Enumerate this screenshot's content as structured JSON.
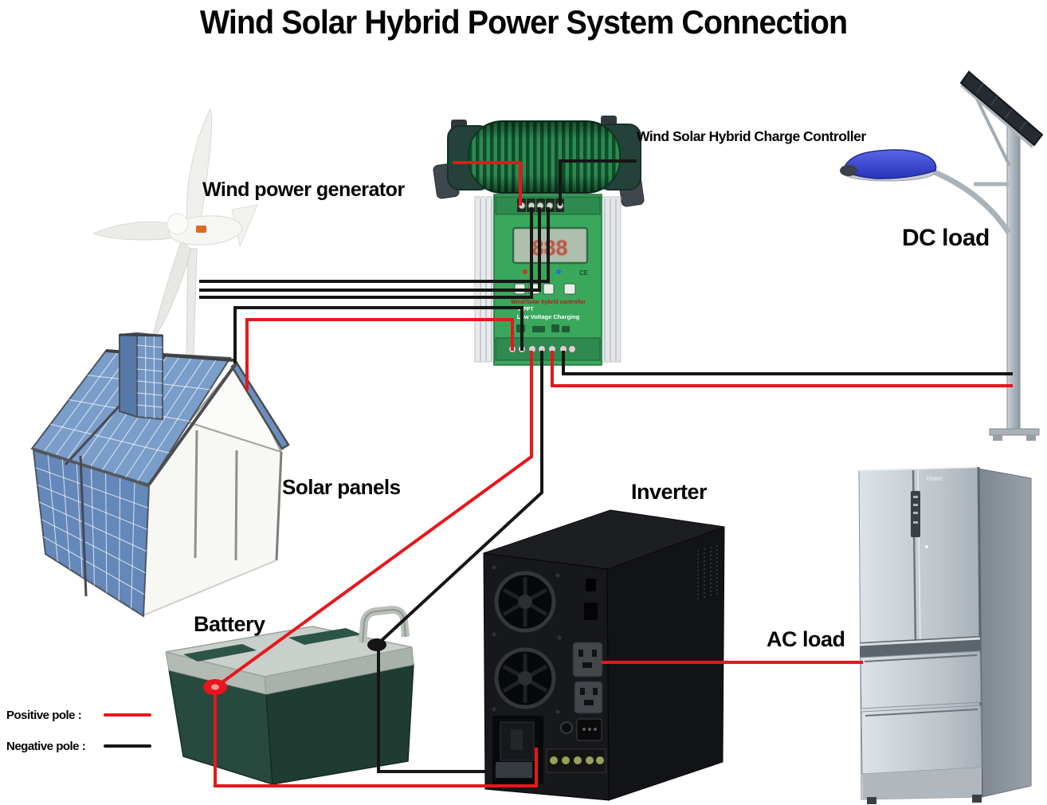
{
  "title": "Wind Solar Hybrid Power System Connection",
  "labels": {
    "wind_power_generator": "Wind power generator",
    "charge_controller": "Wind Solar Hybrid Charge Controller",
    "dc_load": "DC load",
    "solar_panels": "Solar panels",
    "battery": "Battery",
    "inverter": "Inverter",
    "ac_load": "AC load"
  },
  "legend": {
    "positive_label": "Positive pole :",
    "negative_label": "Negative pole :"
  },
  "controller": {
    "face_title": "Wind/Solar hybrid controller",
    "face_mode": "MPPT",
    "face_banner": "Low Voltage Charging",
    "ce_mark": "CE",
    "display": "888"
  },
  "fridge": {
    "brand": "Haier"
  },
  "colors": {
    "positive": "#e8161c",
    "negative": "#161616",
    "controller_green": "#3aa85c",
    "resistor_green": "#1e6b41",
    "battery_green": "#27493e",
    "lamp_blue": "#3a46c8",
    "panel_blue": "#7094c2"
  }
}
